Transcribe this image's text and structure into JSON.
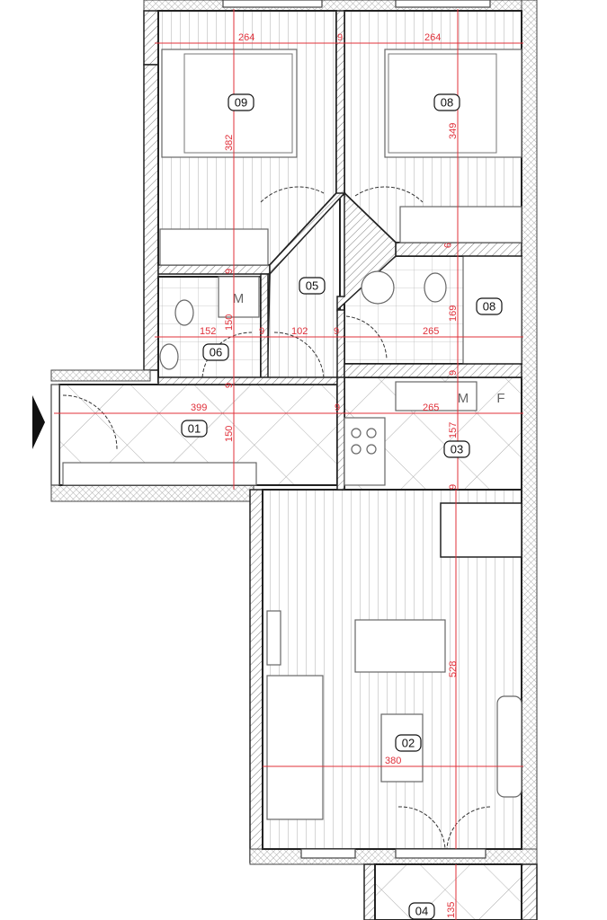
{
  "plan": {
    "rooms": [
      {
        "label": "09"
      },
      {
        "label": "08"
      },
      {
        "label": "05"
      },
      {
        "label": "06"
      },
      {
        "label": "08"
      },
      {
        "label": "01"
      },
      {
        "label": "03"
      },
      {
        "label": "02"
      },
      {
        "label": "04"
      }
    ],
    "dimensions": {
      "bed09_width": "264",
      "bed08_width": "264",
      "wall_top": "9",
      "bed09_length": "382",
      "bed08_length": "349",
      "wall_bed08": "9",
      "bath06_width": "152",
      "bath06_length": "150",
      "wall_a": "9",
      "hall05_width": "102",
      "wall_b": "9",
      "bath08_width": "265",
      "bath08_length": "169",
      "wall_c": "9",
      "wall_d": "9",
      "wall_e": "9",
      "entry_width": "399",
      "entry_length": "150",
      "wall_f": "9",
      "kitchen_width": "265",
      "kitchen_length": "157",
      "wall_g": "9",
      "living_length": "528",
      "living_width": "380",
      "balcony_length": "135"
    },
    "fixtures": {
      "washer_bath06": "M",
      "washer_kitchen": "M",
      "fridge": "F"
    },
    "colors": {
      "dimension": "#e0303a",
      "wall": "#222222"
    }
  }
}
